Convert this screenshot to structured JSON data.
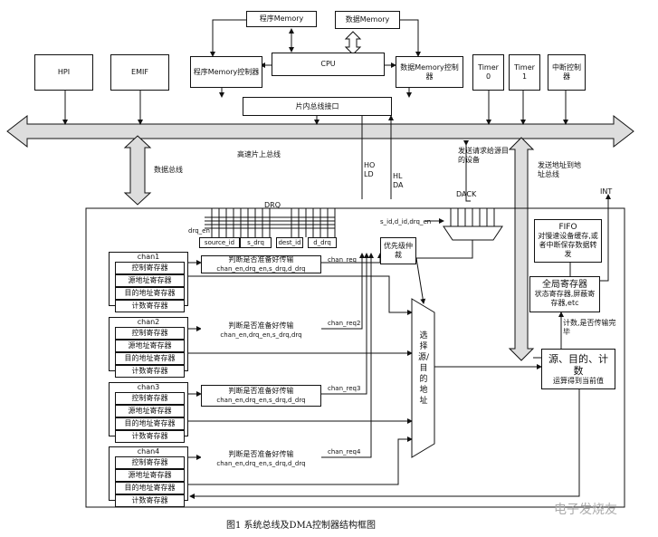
{
  "memory": {
    "program_memory": "程序Memory",
    "data_memory": "数据Memory",
    "cpu": "CPU",
    "program_memory_ctrl": "程序Memory控制器",
    "data_memory_ctrl": "数据Memory控制器",
    "onchip_bus_if": "片内总线接口"
  },
  "peripherals": {
    "hpi": "HPI",
    "emif": "EMIF",
    "timer0": "Timer 0",
    "timer1": "Timer 1",
    "int_ctrl": "中断控制器"
  },
  "bus": {
    "high_speed": "高速片上总线",
    "data_bus": "数据总线",
    "hold": "HOLD",
    "hlda": "HLDA",
    "send_request": "发送请求给源目的设备",
    "send_address": "发送地址到地址总线",
    "int": "INT"
  },
  "dma": {
    "drq": "DRQ",
    "dack": "DACK",
    "drq_en": "drq_en",
    "source_id": "source_id",
    "s_drq": "s_drq",
    "dest_id": "dest_id",
    "d_drq": "d_drq",
    "ids_right": "s_id,d_id,drq_en",
    "priority": "优先级仲裁",
    "chan_req_top": "chan_req",
    "select_mux": "选择源/目的地址",
    "fifo_title": "FIFO",
    "fifo_desc": "对慢速设备缓存,或者中断保存数据转发",
    "global_reg_title": "全局寄存器",
    "global_reg_desc": "状态寄存器,屏蔽寄存器,etc",
    "count_label": "计数,是否传输完毕",
    "src_dst_count_title": "源、目的、计数",
    "src_dst_count_desc": "运算得到当前值"
  },
  "channels": [
    {
      "name": "chan1",
      "regs": [
        "控制寄存器",
        "源地址寄存器",
        "目的地址寄存器",
        "计数寄存器"
      ],
      "judge": "判断是否准备好传输",
      "cond": "chan_en,drq_en,s_drq,d_drq",
      "req": ""
    },
    {
      "name": "chan2",
      "regs": [
        "控制寄存器",
        "源地址寄存器",
        "目的地址寄存器",
        "计数寄存器"
      ],
      "judge": "判断是否准备好传输",
      "cond": "chan_en,drq_en,s_drq,drq",
      "req": "chan_req2"
    },
    {
      "name": "chan3",
      "regs": [
        "控制寄存器",
        "源地址寄存器",
        "目的地址寄存器",
        "计数寄存器"
      ],
      "judge": "判断是否准备好传输",
      "cond": "chan_en,drq_en,s_drq,d_drq",
      "req": "chan_req3"
    },
    {
      "name": "chan4",
      "regs": [
        "控制寄存器",
        "源地址寄存器",
        "目的地址寄存器",
        "计数寄存器"
      ],
      "judge": "判断是否准备好传输",
      "cond": "chan_en,drq_en,s_drq,d_drq",
      "req": "chan_req4"
    }
  ],
  "caption": "图1 系统总线及DMA控制器结构框图",
  "watermark": "电子发烧友"
}
